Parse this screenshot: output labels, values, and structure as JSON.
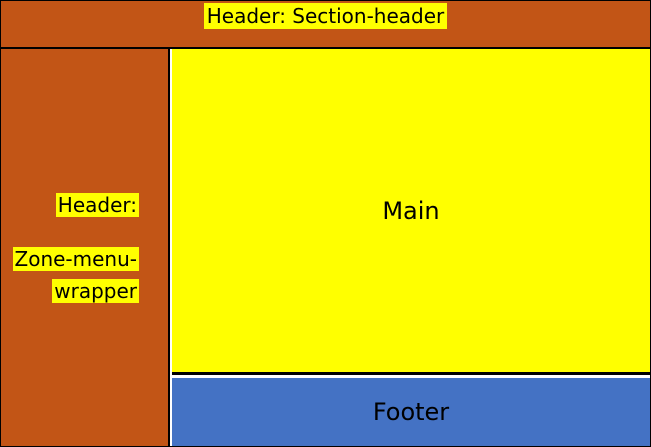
{
  "diagram": {
    "type": "page-layout-wireframe",
    "colors": {
      "header_background": "#C25516",
      "sidebar_background": "#C25516",
      "main_background": "#FFFF00",
      "footer_background": "#4472C4",
      "highlight": "#FFFF00",
      "text": "#000000",
      "border": "#000000"
    },
    "regions": {
      "section_header": {
        "label": "Header: Section-header"
      },
      "zone_menu_wrapper": {
        "label_line1": "Header:",
        "label_line2": "Zone-menu-wrapper"
      },
      "main": {
        "label": "Main"
      },
      "footer": {
        "label": "Footer"
      }
    }
  }
}
